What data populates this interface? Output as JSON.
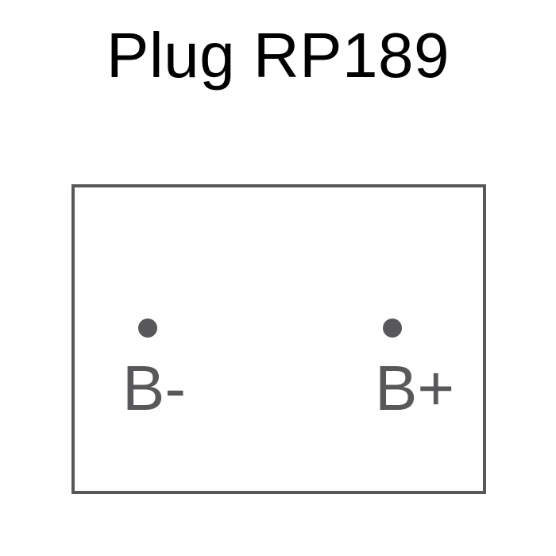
{
  "title": "Plug RP189",
  "colors": {
    "outline": "#58585a",
    "title_text": "#000000",
    "background": "#ffffff"
  },
  "pins": [
    {
      "label": "B-"
    },
    {
      "label": "B+"
    }
  ]
}
